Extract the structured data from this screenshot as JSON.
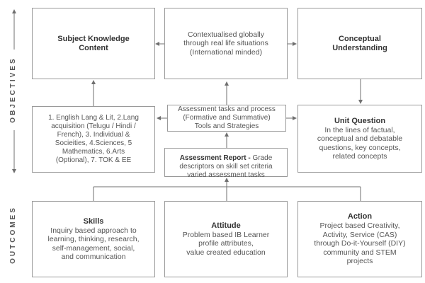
{
  "side_labels": {
    "objectives": "OBJECTIVES",
    "outcomes": "OUTCOMES"
  },
  "boxes": {
    "subject_knowledge": {
      "title": "Subject Knowledge\nContent"
    },
    "contextualised": {
      "body": "Contextualised globally\nthrough real life situations\n(International minded)"
    },
    "conceptual": {
      "title": "Conceptual\nUnderstanding"
    },
    "subjects_list": {
      "body": "1. English Lang & Lit, 2.Lang\nacquisition (Telugu / Hindi /\nFrench), 3. Individual &\nSocieities, 4.Sciences, 5\nMathematics, 6.Arts\n(Optional), 7. TOK & EE"
    },
    "assessment_tasks": {
      "body": "Assessment tasks and process\n(Formative and Summative)\nTools and Strategies"
    },
    "assessment_report": {
      "title": "Assessment Report -",
      "body_inline": " Grade\ndescriptors on skill set criteria\nvaried assessment tasks"
    },
    "unit_question": {
      "title": "Unit Question",
      "body": "In the lines of factual,\nconceptual and debatable\nquestions, key concepts,\nrelated concepts"
    },
    "skills": {
      "title": "Skills",
      "body": "Inquiry based approach to\nlearning, thinking, research,\nself-management, social,\nand communication"
    },
    "attitude": {
      "title": "Attitude",
      "body": "Problem based IB Learner\nprofile attributes,\nvalue created education"
    },
    "action": {
      "title": "Action",
      "body": "Project based Creativity,\nActivity, Service (CAS)\nthrough Do-it-Yourself (DIY)\ncommunity and STEM\nprojects"
    }
  },
  "colors": {
    "border": "#9a9a9a",
    "line": "#6f6f6f",
    "text": "#4a4a4a"
  }
}
